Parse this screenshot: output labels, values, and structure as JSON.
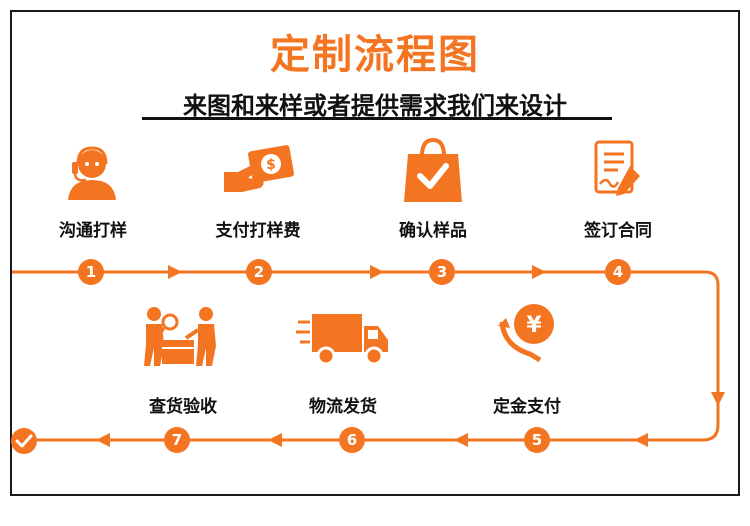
{
  "title": "定制流程图",
  "subtitle": "来图和来样或者提供需求我们来设计",
  "colors": {
    "accent": "#f47521",
    "text": "#111111",
    "frame": "#1a1a1a"
  },
  "steps": [
    {
      "number": "1",
      "label": "沟通打样",
      "icon": "customer-service-icon"
    },
    {
      "number": "2",
      "label": "支付打样费",
      "icon": "payment-money-icon"
    },
    {
      "number": "3",
      "label": "确认样品",
      "icon": "shopping-bag-check-icon"
    },
    {
      "number": "4",
      "label": "签订合同",
      "icon": "contract-document-icon"
    },
    {
      "number": "5",
      "label": "定金支付",
      "icon": "deposit-yuan-icon"
    },
    {
      "number": "6",
      "label": "物流发货",
      "icon": "delivery-truck-icon"
    },
    {
      "number": "7",
      "label": "查货验收",
      "icon": "inspection-workers-icon"
    }
  ],
  "end_icon": "finish-check-icon"
}
